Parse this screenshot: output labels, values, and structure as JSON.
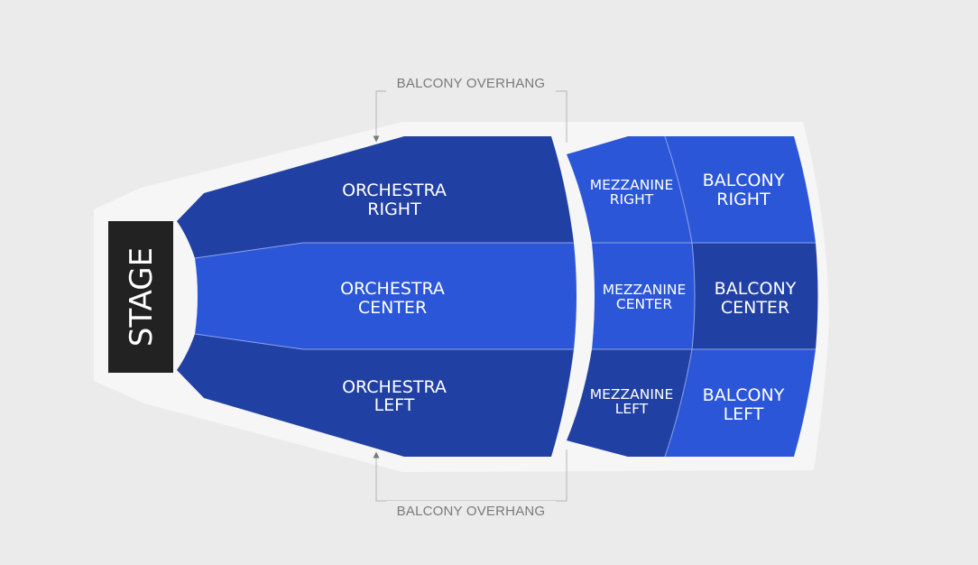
{
  "stage": {
    "label": "STAGE"
  },
  "annotations": {
    "top": "BALCONY OVERHANG",
    "bottom": "BALCONY OVERHANG"
  },
  "colors": {
    "background": "#ebebeb",
    "venue_outline": "#f6f6f6",
    "stage": "#222222",
    "section_bright": "#2b56d8",
    "section_dark": "#2140a3",
    "divider": "#8fa3e6"
  },
  "sections": {
    "orchestra_right": {
      "line1": "ORCHESTRA",
      "line2": "RIGHT"
    },
    "orchestra_center": {
      "line1": "ORCHESTRA",
      "line2": "CENTER"
    },
    "orchestra_left": {
      "line1": "ORCHESTRA",
      "line2": "LEFT"
    },
    "mezzanine_right": {
      "line1": "MEZZANINE",
      "line2": "RIGHT"
    },
    "mezzanine_center": {
      "line1": "MEZZANINE",
      "line2": "CENTER"
    },
    "mezzanine_left": {
      "line1": "MEZZANINE",
      "line2": "LEFT"
    },
    "balcony_right": {
      "line1": "BALCONY",
      "line2": "RIGHT"
    },
    "balcony_center": {
      "line1": "BALCONY",
      "line2": "CENTER"
    },
    "balcony_left": {
      "line1": "BALCONY",
      "line2": "LEFT"
    }
  }
}
